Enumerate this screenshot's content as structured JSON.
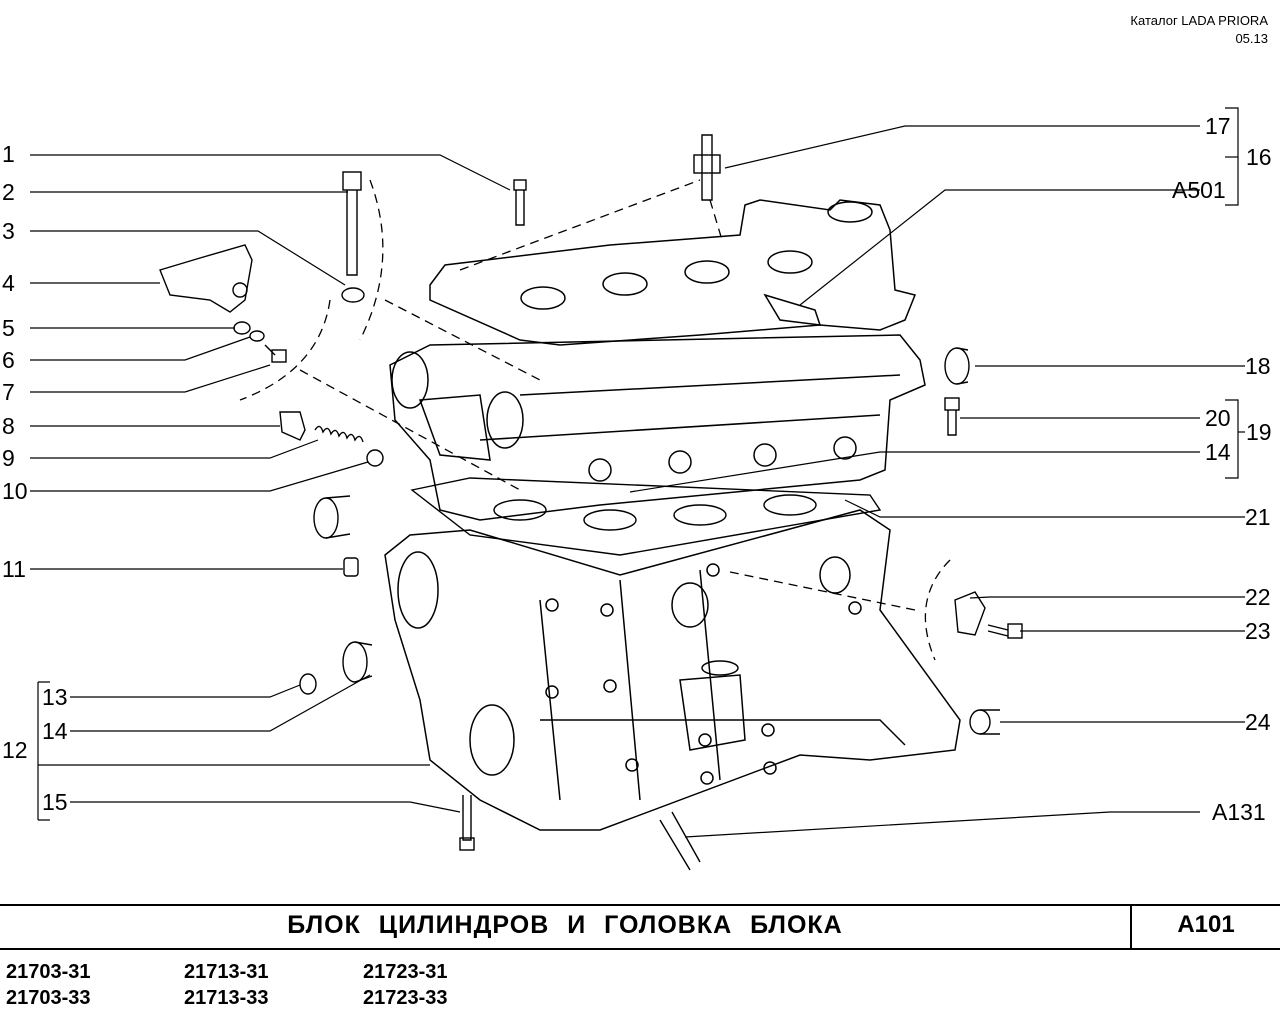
{
  "header": {
    "catalog": "Каталог  LADA  PRIORA",
    "date": "05.13"
  },
  "callouts_left": [
    "1",
    "2",
    "3",
    "4",
    "5",
    "6",
    "7",
    "8",
    "9",
    "10",
    "11",
    "12",
    "13",
    "14",
    "15"
  ],
  "callouts_right": [
    "17",
    "16",
    "A501",
    "18",
    "20",
    "19",
    "14",
    "21",
    "22",
    "23",
    "24",
    "A131"
  ],
  "title": "БЛОК  ЦИЛИНДРОВ  И  ГОЛОВКА  БЛОКА",
  "page_code": "A101",
  "models": {
    "col1": [
      "21703-31",
      "21703-33"
    ],
    "col2": [
      "21713-31",
      "21713-33"
    ],
    "col3": [
      "21723-31",
      "21723-33"
    ]
  }
}
